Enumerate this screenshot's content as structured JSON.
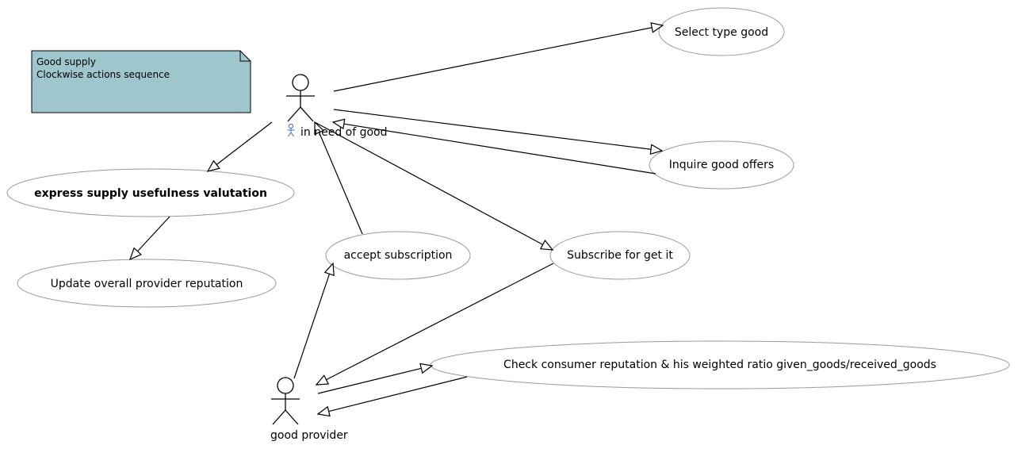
{
  "diagram": {
    "note": {
      "lines": [
        "Good supply",
        "Clockwise actions sequence"
      ],
      "fill": "#9fc6cc"
    },
    "actors": {
      "consumer": {
        "label": "in need of good",
        "badge_icon": "actor-icon",
        "badge_color": "#3a6fd0"
      },
      "provider": {
        "label": "good provider"
      }
    },
    "use_cases": {
      "select_type": "Select type good",
      "inquire_offers": "Inquire good offers",
      "express_usefulness": "express supply usefulness valutation",
      "update_reputation": "Update overall provider reputation",
      "accept_subscription": "accept subscription",
      "subscribe": "Subscribe for get it",
      "check_reputation": "Check consumer reputation & his weighted ratio given_goods/received_goods"
    },
    "colors": {
      "line": "#000000",
      "ellipse_stroke": "#9a9a9a"
    }
  }
}
